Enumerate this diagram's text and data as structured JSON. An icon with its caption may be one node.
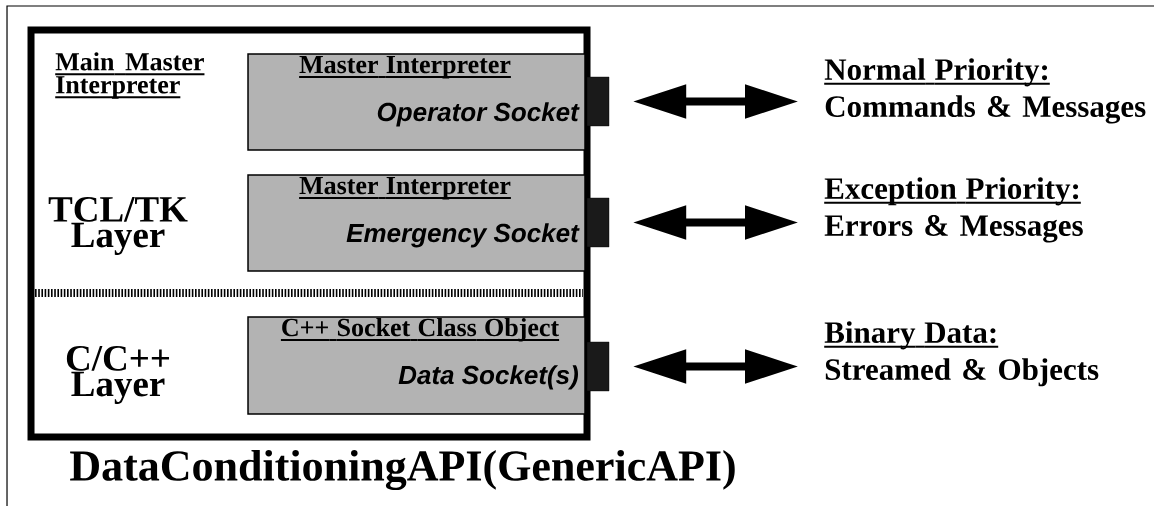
{
  "diagram": {
    "title": "DataConditioningAPI(GenericAPI)",
    "nodes": [
      {
        "text": [
          "Main Master Interpreter",
          "TCL/TK Layer",
          "C/C++ Layer"
        ]
      },
      {
        "text": [
          "Master Interpreter",
          "Operator Socket"
        ],
        "in": 0
      },
      {
        "text": [
          "Master Interpreter",
          "Emergency Socket"
        ],
        "in": 0
      },
      {
        "text": [
          "C++ Socket Class Object",
          "Data Socket(s)"
        ],
        "in": 0
      },
      {
        "text": [],
        "shape": "box"
      },
      {
        "text": [],
        "shape": "box"
      },
      {
        "text": [],
        "shape": "box"
      },
      {
        "text": [
          "Normal Priority:",
          "Commands & Messages"
        ]
      },
      {
        "text": [
          "Exception Priority:",
          "Errors & Messages"
        ]
      },
      {
        "text": [
          "Binary Data:",
          "Streamed & Objects"
        ]
      }
    ],
    "edges": [
      {
        "from": 4,
        "to": 7,
        "arrow": "both"
      },
      {
        "from": 5,
        "to": 8,
        "arrow": "both"
      },
      {
        "from": 6,
        "to": 9,
        "arrow": "both"
      }
    ]
  }
}
